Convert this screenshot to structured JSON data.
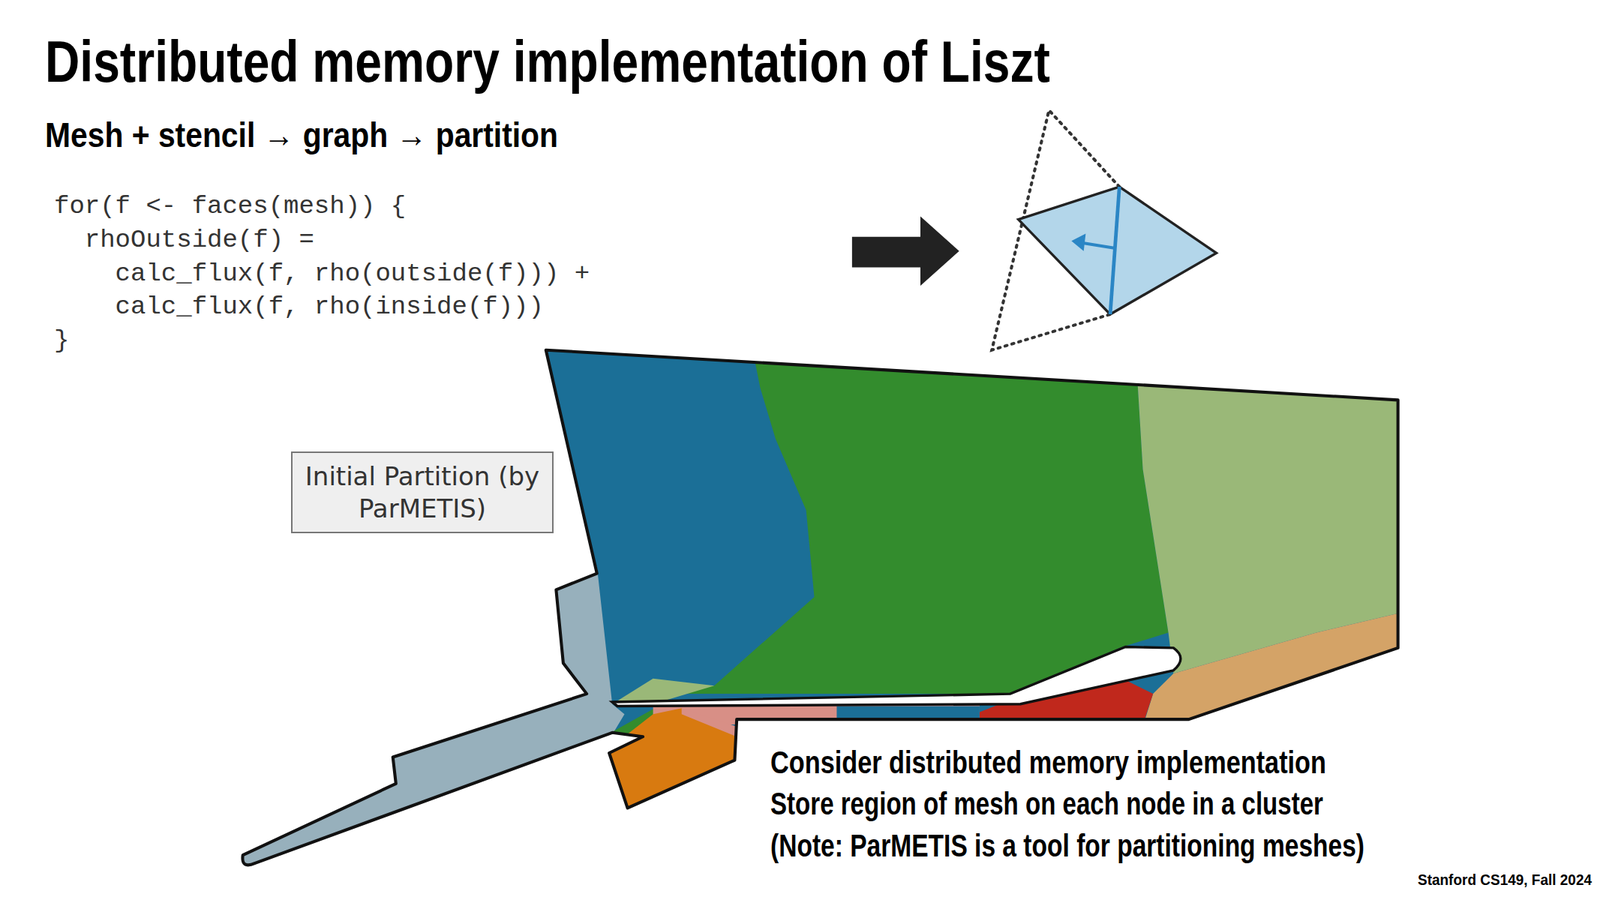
{
  "diagram": {
    "title": "Distributed memory implementation of Liszt",
    "nodes": [
      {
        "text": [
          "Initial Partition (by ParMETIS)"
        ]
      }
    ],
    "labels": [
      "Mesh + stencil → graph → partition",
      "for(f <- faces(mesh)) {",
      "  rhoOutside(f) =",
      "    calc_flux(f, rho(outside(f))) +",
      "    calc_flux(f, rho(inside(f)))",
      "}",
      "Consider distributed memory implementation",
      "Store region of mesh on each node in a cluster",
      "(Note: ParMETIS is a tool for partitioning meshes)",
      "Stanford CS149, Fall 2024"
    ]
  }
}
